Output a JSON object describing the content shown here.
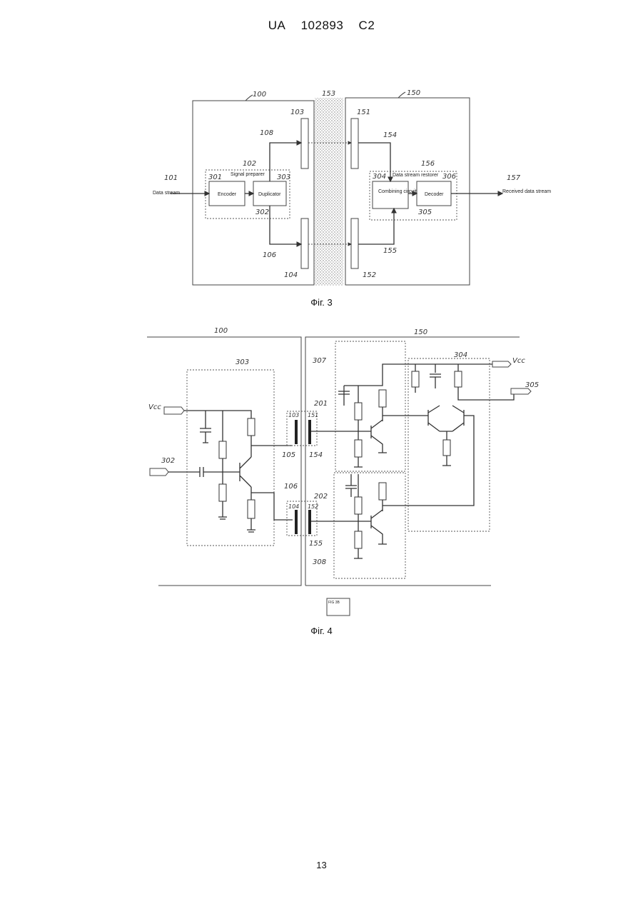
{
  "header": {
    "country": "UA",
    "number": "102893",
    "kind": "C2"
  },
  "page_number": "13",
  "fig3": {
    "caption": "Фіг. 3",
    "refs": [
      "100",
      "153",
      "150",
      "103",
      "151",
      "108",
      "154",
      "102",
      "156",
      "157",
      "101",
      "301",
      "303",
      "302",
      "304",
      "305",
      "306",
      "106",
      "155",
      "104",
      "152"
    ],
    "labels": {
      "data_stream_in": "Data stream",
      "signal_preparer": "Signal preparer",
      "encoder": "Encoder",
      "duplicator": "Duplicator",
      "data_stream_restorer": "Data stream restorer",
      "combining_circuit": "Combining circuit",
      "decoder": "Decoder",
      "received_data_stream": "Received data stream"
    }
  },
  "fig4": {
    "caption": "Фіг. 4",
    "refs": [
      "100",
      "150",
      "303",
      "307",
      "304",
      "305",
      "Vcc",
      "Vcc",
      "302",
      "201",
      "103",
      "151",
      "105",
      "154",
      "106",
      "202",
      "104",
      "152",
      "155",
      "308"
    ],
    "fig_tag": "FIG 3B"
  }
}
